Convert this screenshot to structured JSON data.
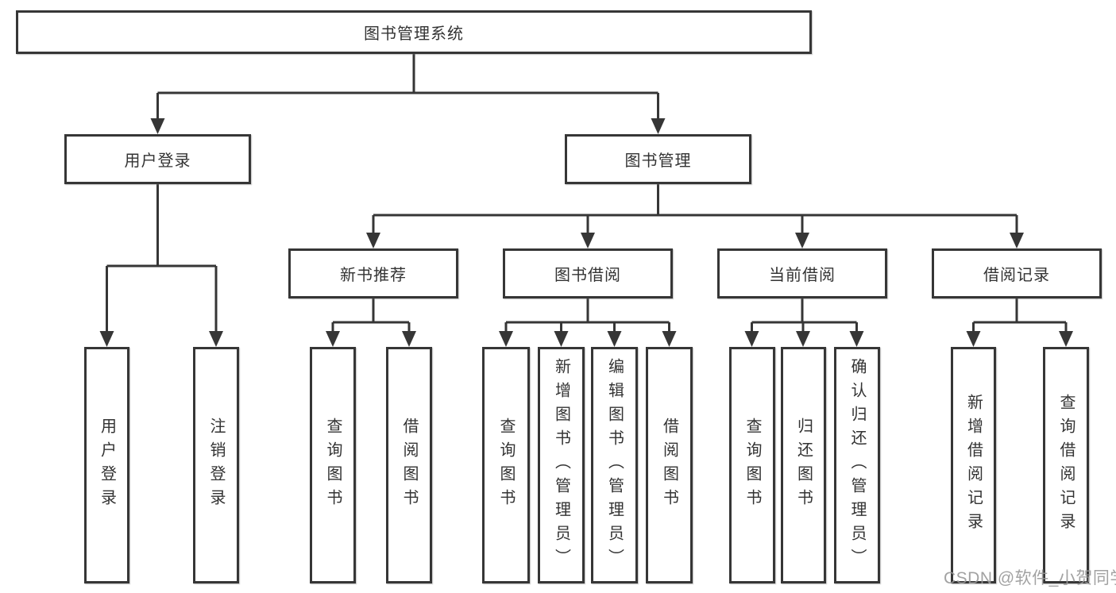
{
  "diagram_title": "图书管理系统",
  "tree": {
    "root": {
      "label": "图书管理系统",
      "children": [
        {
          "label": "用户登录",
          "children": [
            {
              "label": "用户登录"
            },
            {
              "label": "注销登录"
            }
          ]
        },
        {
          "label": "图书管理",
          "children": [
            {
              "label": "新书推荐",
              "children": [
                {
                  "label": "查询图书"
                },
                {
                  "label": "借阅图书"
                }
              ]
            },
            {
              "label": "图书借阅",
              "children": [
                {
                  "label": "查询图书"
                },
                {
                  "label": "新增图书（管理员）"
                },
                {
                  "label": "编辑图书（管理员）"
                },
                {
                  "label": "借阅图书"
                }
              ]
            },
            {
              "label": "当前借阅",
              "children": [
                {
                  "label": "查询图书"
                },
                {
                  "label": "归还图书"
                },
                {
                  "label": "确认归还（管理员）"
                }
              ]
            },
            {
              "label": "借阅记录",
              "children": [
                {
                  "label": "新增借阅记录"
                },
                {
                  "label": "查询借阅记录"
                }
              ]
            }
          ]
        }
      ]
    }
  },
  "watermark": {
    "text": "CSDN @软件_小贺同学"
  },
  "colors": {
    "line": "#363636",
    "box_border": "#363636",
    "text": "#333333",
    "background": "#ffffff",
    "watermark": "#989898"
  }
}
